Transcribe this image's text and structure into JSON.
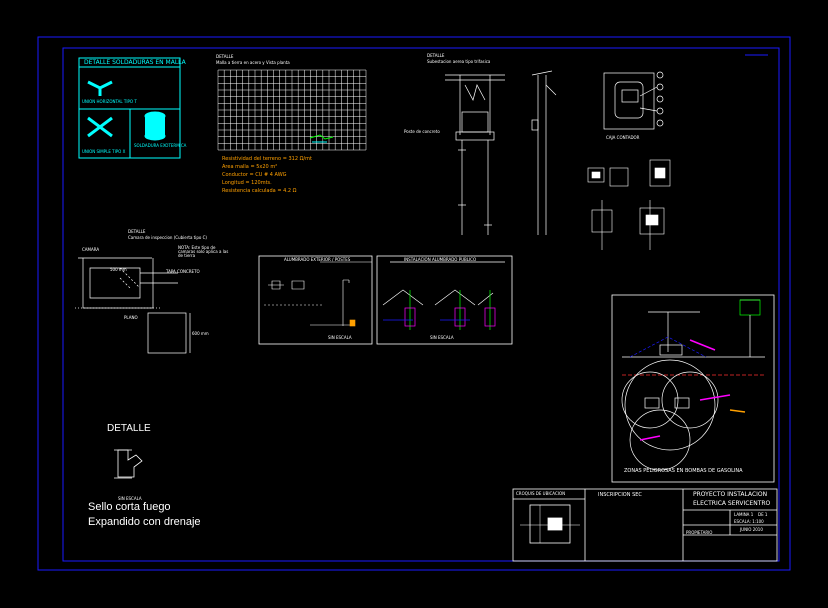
{
  "legend_box": {
    "title": "DETALLE SOLDADURAS EN MALLA",
    "label_1": "UNION HORIZONTAL TIPO T",
    "label_2": "UNION SIMPLE TIPO X",
    "label_3": "SOLDADURA EXOTERMICA"
  },
  "grid_detail": {
    "title": "DETALLE",
    "subtitle": "Malla a tierra en acero y Vista planta",
    "spec_1": "Resistividad del terreno = 312 Ω/mt",
    "spec_2": "Area malla = 5x20 m²",
    "spec_3": "Conductor = CU # 4 AWG",
    "spec_4": "Longitud = 120mts.",
    "spec_5": "Resistencia calculada = 4.2 Ω"
  },
  "pole_detail": {
    "title": "DETALLE",
    "subtitle": "Subestacion aerea tipo trifasica",
    "label": "Poste de concreto"
  },
  "cabinet_detail": {
    "label": "CAJA CONTADOR"
  },
  "excavation_detail": {
    "title": "DETALLE",
    "subtitle": "Camara de inspeccion (Cubierta tipo C)",
    "label_top": "CAMARA",
    "label_note": "NOTA: Este tipo de camaras solo aplica a las de tierra",
    "label_dim_1": "500 mm",
    "label_dim_2": "600 mm",
    "label_plan": "PLANO",
    "label_cover": "TAPA CONCRETO"
  },
  "panel_a": {
    "title": "ALUMBRADO EXTERIOR / POSTES",
    "caption": "SIN ESCALA"
  },
  "panel_b": {
    "title": "INSTALACION ALUMBRADO PUBLICO",
    "caption": "SIN ESCALA"
  },
  "hazard_panel": {
    "caption": "ZONAS PELIGROSAS EN BOMBAS DE GASOLINA"
  },
  "detalle_note": {
    "title": "DETALLE",
    "small_label": "SIN ESCALA",
    "line_1": "Sello corta fuego",
    "line_2": "Expandido con drenaje"
  },
  "title_block": {
    "location_label": "CROQUIS DE UBICACION",
    "sec_label": "INSCRIPCION SEC",
    "project_line_1": "PROYECTO INSTALACION",
    "project_line_2": "ELECTRICA SERVICENTRO",
    "sheet_label": "LAMINA 1",
    "sheet_of": "DE 1",
    "scale_label": "ESCALA: 1:100",
    "date_label": "JUNIO 2010",
    "owner_label": "PROPIETARIO"
  },
  "colors": {
    "border": "#1a1aff",
    "cyan": "#00ffff",
    "orange": "#ffa000",
    "green": "#00ff00",
    "magenta": "#ff00ff",
    "red": "#ff3030"
  }
}
